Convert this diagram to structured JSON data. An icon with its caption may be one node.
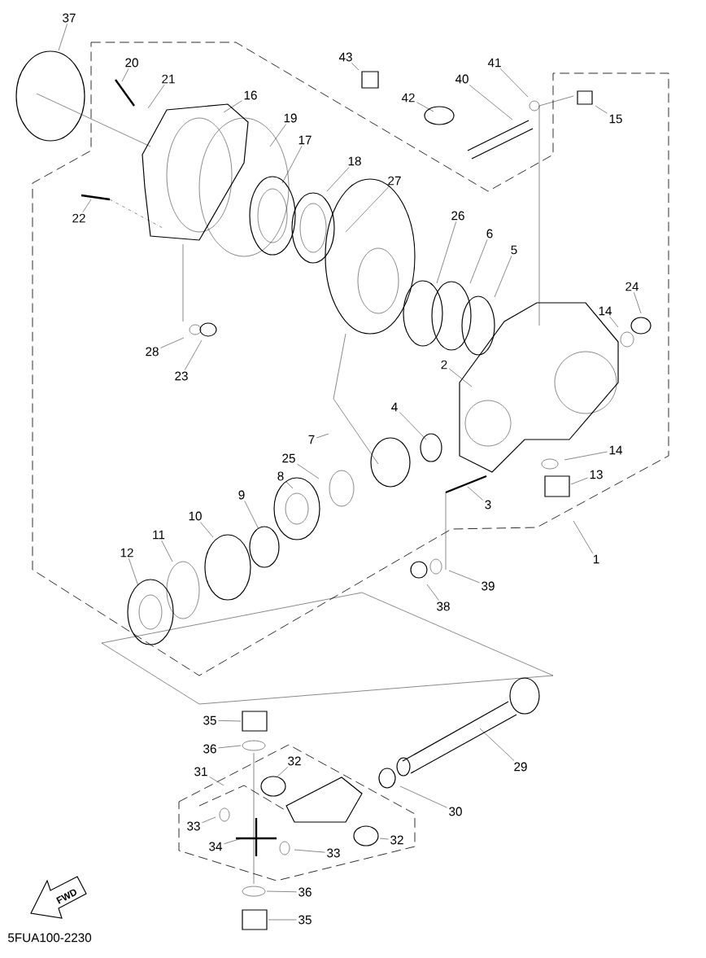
{
  "diagram": {
    "nodes": [
      {
        "text": [
          "37"
        ]
      },
      {
        "text": [
          "43"
        ]
      },
      {
        "text": [
          "20"
        ]
      },
      {
        "text": [
          "41"
        ]
      },
      {
        "text": [
          "40"
        ]
      },
      {
        "text": [
          "21"
        ]
      },
      {
        "text": [
          "16"
        ]
      },
      {
        "text": [
          "42"
        ]
      },
      {
        "text": [
          "15"
        ]
      },
      {
        "text": [
          "19"
        ]
      },
      {
        "text": [
          "17"
        ]
      },
      {
        "text": [
          "18"
        ]
      },
      {
        "text": [
          "27"
        ]
      },
      {
        "text": [
          "26"
        ]
      },
      {
        "text": [
          "22"
        ]
      },
      {
        "text": [
          "6"
        ]
      },
      {
        "text": [
          "5"
        ]
      },
      {
        "text": [
          "24"
        ]
      },
      {
        "text": [
          "14"
        ]
      },
      {
        "text": [
          "28"
        ]
      },
      {
        "text": [
          "2"
        ]
      },
      {
        "text": [
          "23"
        ]
      },
      {
        "text": [
          "4"
        ]
      },
      {
        "text": [
          "7"
        ]
      },
      {
        "text": [
          "25"
        ]
      },
      {
        "text": [
          "14"
        ]
      },
      {
        "text": [
          "8"
        ]
      },
      {
        "text": [
          "13"
        ]
      },
      {
        "text": [
          "9"
        ]
      },
      {
        "text": [
          "3"
        ]
      },
      {
        "text": [
          "10"
        ]
      },
      {
        "text": [
          "11"
        ]
      },
      {
        "text": [
          "12"
        ]
      },
      {
        "text": [
          "1"
        ]
      },
      {
        "text": [
          "39"
        ]
      },
      {
        "text": [
          "38"
        ]
      },
      {
        "text": [
          "35"
        ]
      },
      {
        "text": [
          "36"
        ]
      },
      {
        "text": [
          "31"
        ]
      },
      {
        "text": [
          "32"
        ]
      },
      {
        "text": [
          "29"
        ]
      },
      {
        "text": [
          "30"
        ]
      },
      {
        "text": [
          "33"
        ]
      },
      {
        "text": [
          "34"
        ]
      },
      {
        "text": [
          "33"
        ]
      },
      {
        "text": [
          "32"
        ]
      },
      {
        "text": [
          "36"
        ]
      },
      {
        "text": [
          "35"
        ]
      }
    ],
    "edges": [
      {
        "from": 0,
        "to": null,
        "arrow": "none"
      },
      {
        "from": 1,
        "to": null,
        "arrow": "none"
      },
      {
        "from": 2,
        "to": null,
        "arrow": "none"
      },
      {
        "from": 3,
        "to": null,
        "arrow": "none"
      },
      {
        "from": 4,
        "to": null,
        "arrow": "none"
      },
      {
        "from": 5,
        "to": null,
        "arrow": "none"
      },
      {
        "from": 6,
        "to": null,
        "arrow": "none"
      },
      {
        "from": 7,
        "to": null,
        "arrow": "none"
      },
      {
        "from": 8,
        "to": null,
        "arrow": "none"
      },
      {
        "from": 9,
        "to": null,
        "arrow": "none"
      },
      {
        "from": 10,
        "to": null,
        "arrow": "none"
      },
      {
        "from": 11,
        "to": null,
        "arrow": "none"
      },
      {
        "from": 12,
        "to": null,
        "arrow": "none"
      },
      {
        "from": 13,
        "to": null,
        "arrow": "none"
      },
      {
        "from": 14,
        "to": null,
        "arrow": "none"
      },
      {
        "from": 15,
        "to": null,
        "arrow": "none"
      },
      {
        "from": 16,
        "to": null,
        "arrow": "none"
      },
      {
        "from": 17,
        "to": null,
        "arrow": "none"
      },
      {
        "from": 18,
        "to": null,
        "arrow": "none"
      },
      {
        "from": 19,
        "to": null,
        "arrow": "none"
      },
      {
        "from": 20,
        "to": null,
        "arrow": "none"
      },
      {
        "from": 21,
        "to": null,
        "arrow": "none"
      },
      {
        "from": 22,
        "to": null,
        "arrow": "none"
      },
      {
        "from": 23,
        "to": null,
        "arrow": "none"
      },
      {
        "from": 24,
        "to": null,
        "arrow": "none"
      },
      {
        "from": 25,
        "to": null,
        "arrow": "none"
      },
      {
        "from": 26,
        "to": null,
        "arrow": "none"
      },
      {
        "from": 27,
        "to": null,
        "arrow": "none"
      },
      {
        "from": 28,
        "to": null,
        "arrow": "none"
      },
      {
        "from": 29,
        "to": null,
        "arrow": "none"
      },
      {
        "from": 30,
        "to": null,
        "arrow": "none"
      },
      {
        "from": 31,
        "to": null,
        "arrow": "none"
      },
      {
        "from": 32,
        "to": null,
        "arrow": "none"
      },
      {
        "from": 33,
        "to": null,
        "arrow": "none"
      },
      {
        "from": 34,
        "to": null,
        "arrow": "none"
      },
      {
        "from": 35,
        "to": null,
        "arrow": "none"
      },
      {
        "from": 36,
        "to": null,
        "arrow": "none"
      },
      {
        "from": 37,
        "to": null,
        "arrow": "none"
      },
      {
        "from": 38,
        "to": null,
        "arrow": "none"
      },
      {
        "from": 39,
        "to": null,
        "arrow": "none"
      },
      {
        "from": 40,
        "to": null,
        "arrow": "none"
      },
      {
        "from": 41,
        "to": null,
        "arrow": "none"
      },
      {
        "from": 42,
        "to": null,
        "arrow": "none"
      },
      {
        "from": 43,
        "to": null,
        "arrow": "none"
      },
      {
        "from": 44,
        "to": null,
        "arrow": "none"
      },
      {
        "from": 45,
        "to": null,
        "arrow": "none"
      },
      {
        "from": 46,
        "to": null,
        "arrow": "none"
      },
      {
        "from": 47,
        "to": null,
        "arrow": "none"
      }
    ],
    "labels": [
      "FWD",
      "5FUA100-2230"
    ]
  }
}
